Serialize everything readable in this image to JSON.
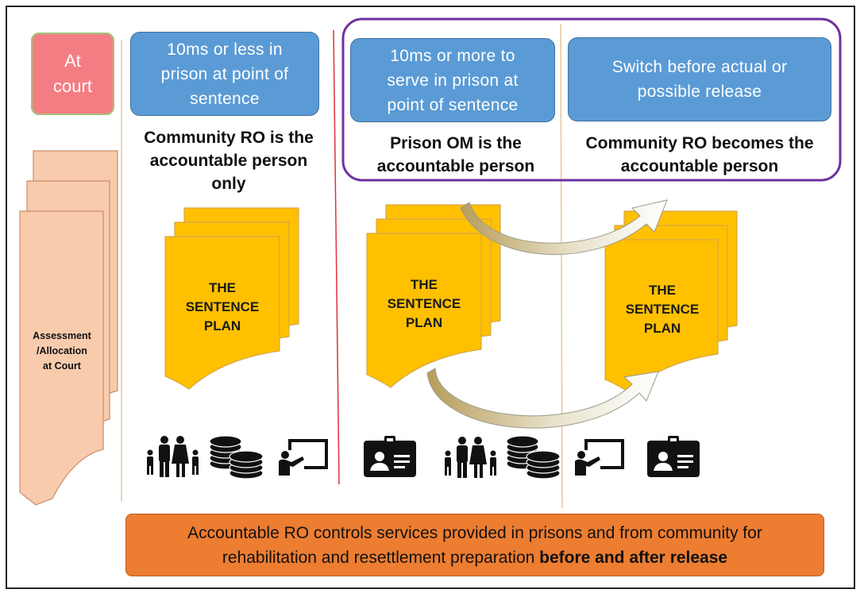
{
  "court": {
    "label": "At court"
  },
  "assessment": {
    "line1": "Assessment",
    "line2": "/Allocation",
    "line3": "at Court"
  },
  "columns": [
    {
      "box": "10ms or less in prison at point of sentence",
      "caption": "Community RO is the accountable person only"
    },
    {
      "box": "10ms or more to serve in prison at point of sentence",
      "caption": "Prison OM is the accountable person"
    },
    {
      "box": "Switch before actual or possible release",
      "caption": "Community RO becomes the accountable person"
    }
  ],
  "sentence_plan": {
    "line1": "THE",
    "line2": "SENTENCE",
    "line3": "PLAN"
  },
  "footer": {
    "text_line1": "Accountable RO controls services provided in prisons and from community for",
    "text_line2": "rehabilitation and resettlement preparation",
    "text_bold": "before and after release"
  },
  "icons": [
    "family-icon",
    "coins-icon",
    "teaching-icon",
    "id-card-icon",
    "family-icon",
    "coins-icon",
    "teaching-icon",
    "id-card-icon"
  ],
  "colors": {
    "blue": "#5b9bd5",
    "court": "#f47d84",
    "document": "#ffc000",
    "footer": "#ed7d31",
    "purple": "#7030a0",
    "peach": "#f8cbad"
  }
}
